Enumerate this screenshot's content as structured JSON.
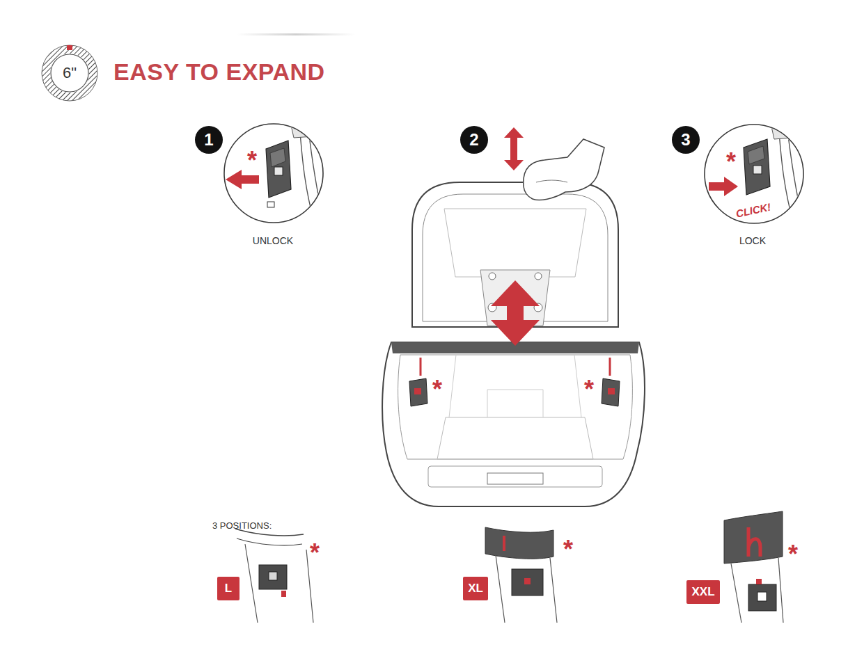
{
  "diagram": {
    "title": "EASY TO EXPAND",
    "nodes": [
      {
        "text": [
          "6\""
        ]
      },
      {
        "text": [
          "1"
        ]
      },
      {
        "text": [
          "2"
        ]
      },
      {
        "text": [
          "3"
        ]
      },
      {
        "text": [
          "L"
        ]
      },
      {
        "text": [
          "XL"
        ]
      },
      {
        "text": [
          "XXL"
        ]
      }
    ],
    "labels": [
      "*",
      "UNLOCK",
      "*",
      "CLICK!",
      "LOCK",
      "*",
      "*",
      "3 POSITIONS:",
      "*",
      "*",
      "*"
    ]
  }
}
